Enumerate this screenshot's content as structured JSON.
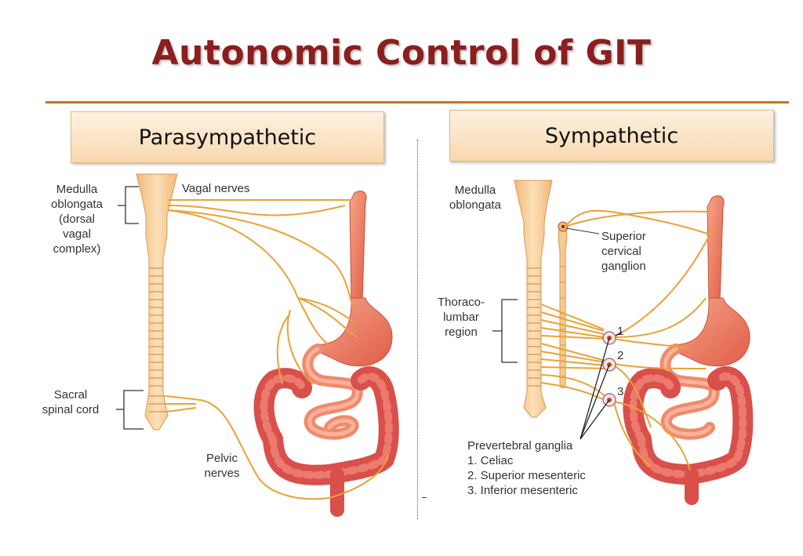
{
  "title": "Autonomic Control of GIT",
  "sections": {
    "parasympathetic": "Parasympathetic",
    "sympathetic": "Sympathetic"
  },
  "left_labels": {
    "medulla_line1": "Medulla",
    "medulla_line2": "oblongata",
    "medulla_line3": "(dorsal",
    "medulla_line4": "vagal",
    "medulla_line5": "complex)",
    "vagal": "Vagal nerves",
    "sacral_line1": "Sacral",
    "sacral_line2": "spinal cord",
    "pelvic_line1": "Pelvic",
    "pelvic_line2": "nerves"
  },
  "right_labels": {
    "medulla_line1": "Medulla",
    "medulla_line2": "oblongata",
    "superior_line1": "Superior",
    "superior_line2": "cervical",
    "superior_line3": "ganglion",
    "thoraco_line1": "Thoraco-",
    "thoraco_line2": "lumbar",
    "thoraco_line3": "region",
    "num1": "1",
    "num2": "2",
    "num3": "3",
    "prever_title": "Prevertebral ganglia",
    "prever_1": "1. Celiac",
    "prever_2": "2. Superior mesenteric",
    "prever_3": "3. Inferior mesenteric"
  },
  "colors": {
    "title": "#8b1e1e",
    "rule": "#c8741e",
    "cord": "#f6c98f",
    "nerve": "#e9a235",
    "gut": "#e8705a",
    "colon": "#d94f4a"
  }
}
